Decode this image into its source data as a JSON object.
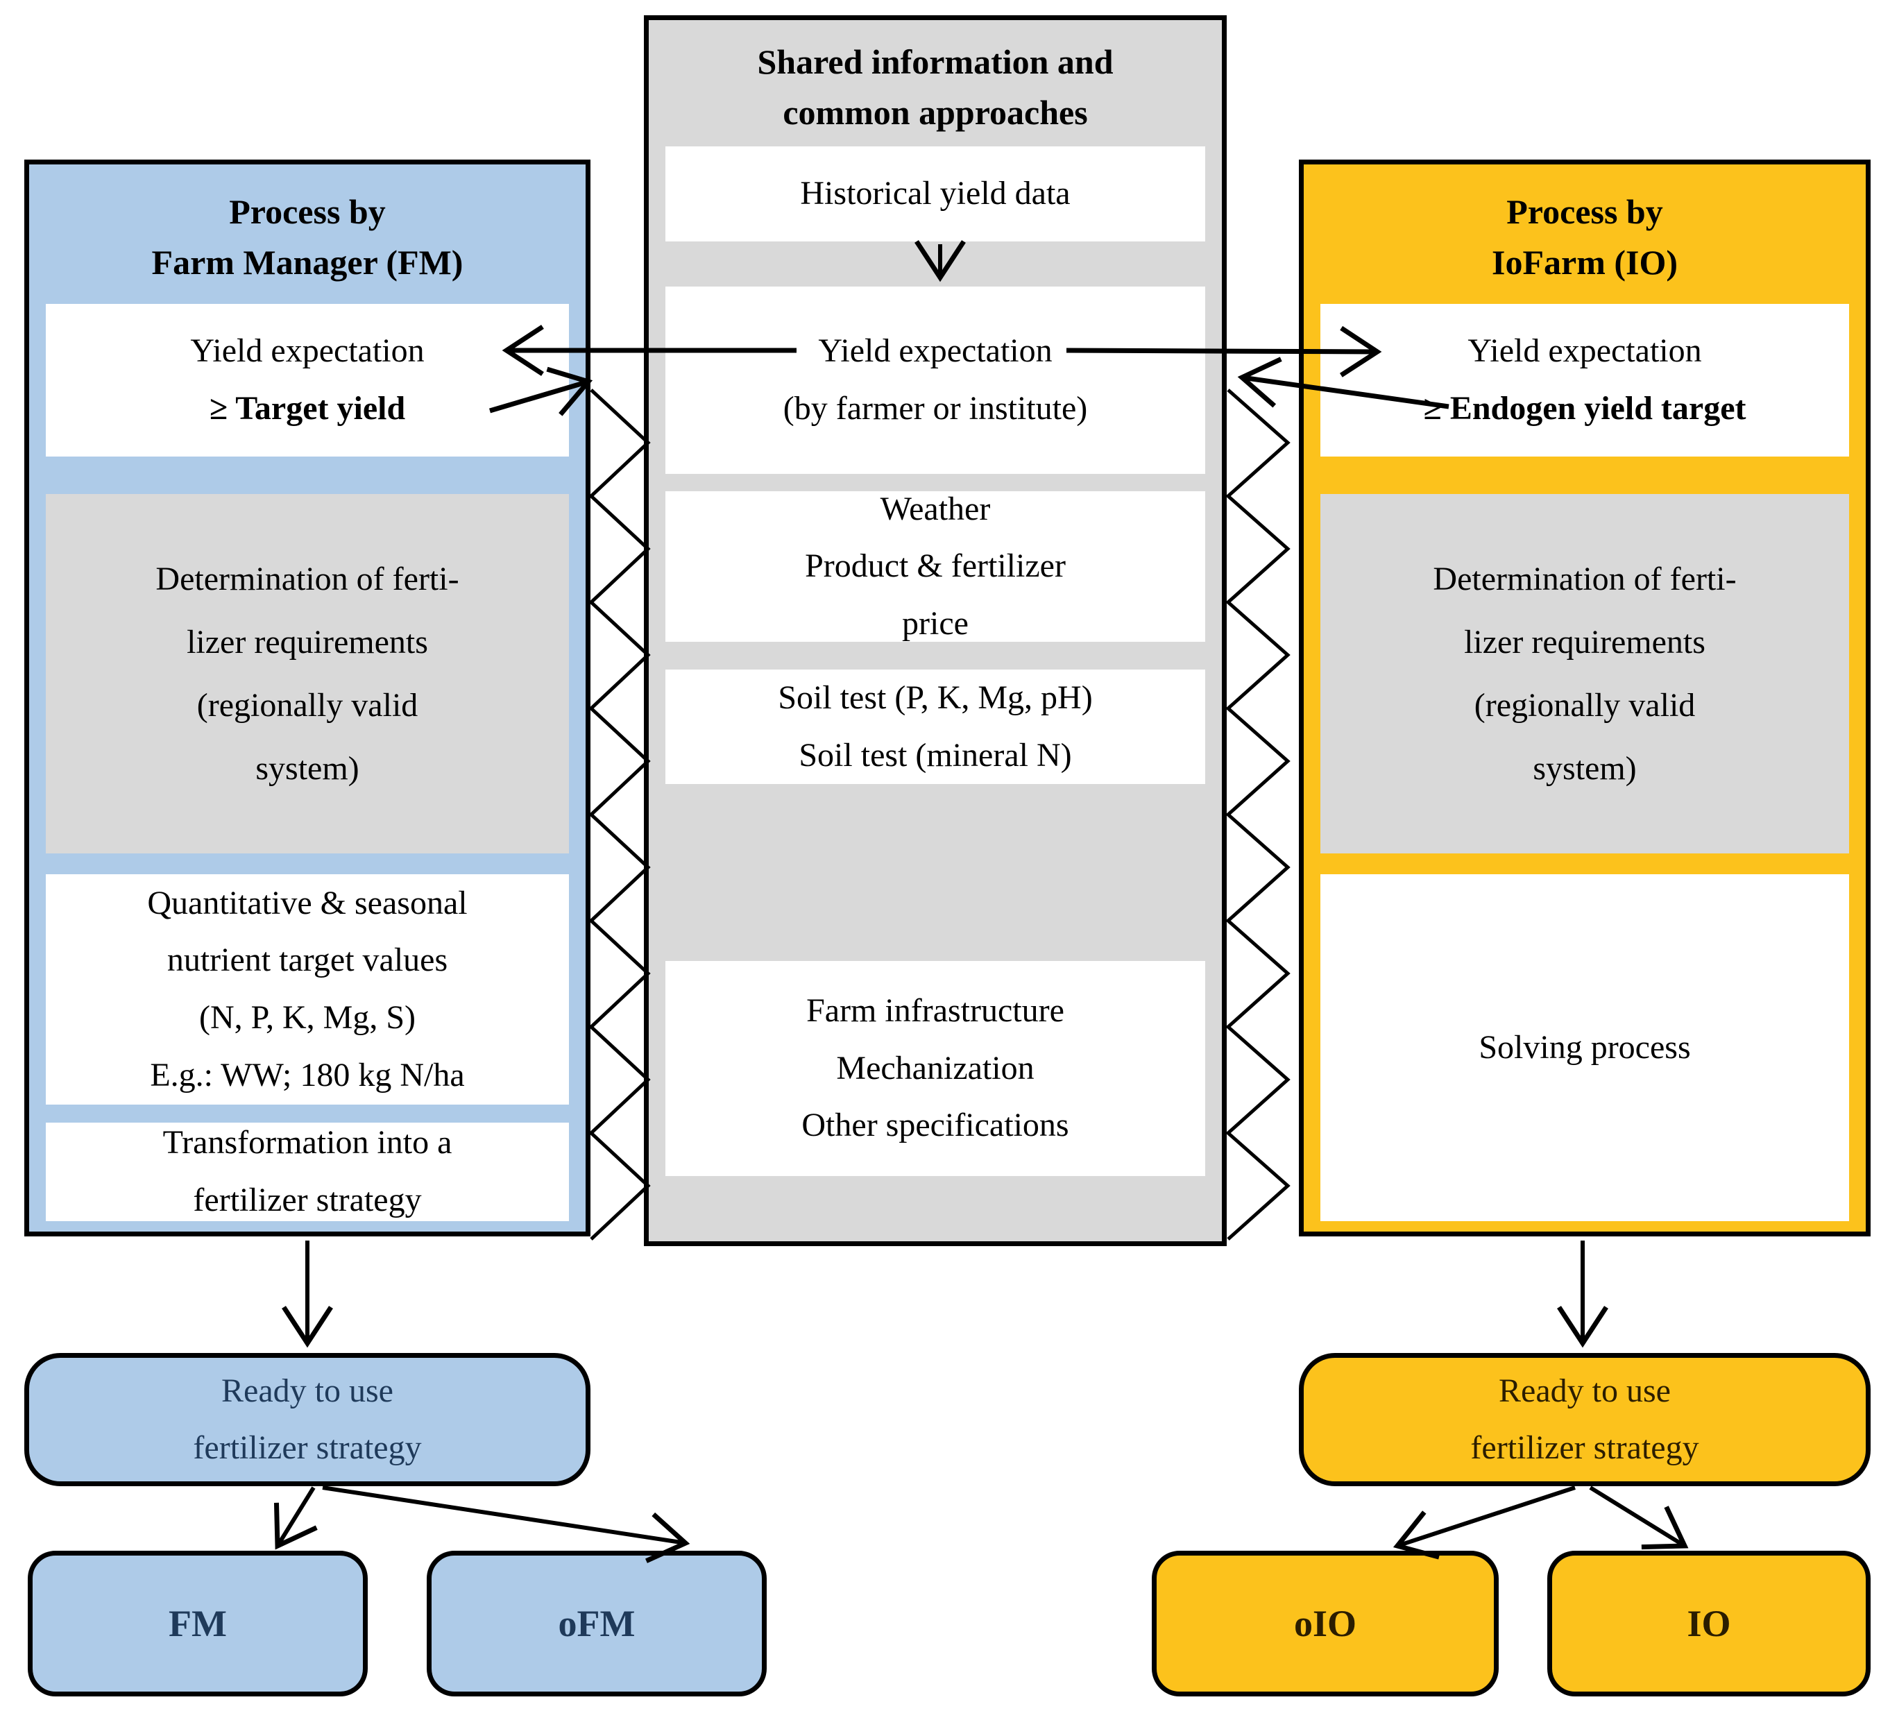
{
  "palette": {
    "fm_blue": "#aecbe8",
    "io_orange": "#fcc21c",
    "shared_gray": "#d9d9d9",
    "box_white": "#ffffff",
    "line_black": "#000000",
    "fm_text_dark": "#1f3a5a",
    "io_text_dark": "#2b1d00"
  },
  "fm_column": {
    "title": [
      "Process by",
      "Farm Manager (FM)"
    ],
    "yield_box": [
      "Yield expectation",
      "≥ Target yield"
    ],
    "determination_box": [
      "Determination of ferti-",
      "lizer requirements",
      "(regionally valid",
      "system)"
    ],
    "targets_box": [
      "Quantitative & seasonal",
      "nutrient target values",
      "(N, P, K, Mg, S)",
      "E.g.: WW; 180 kg N/ha"
    ],
    "transformation_box": [
      "Transformation into a",
      "fertilizer strategy"
    ],
    "ready_box": [
      "Ready to use",
      "fertilizer strategy"
    ],
    "outputs": [
      "FM",
      "oFM"
    ]
  },
  "shared_column": {
    "title": [
      "Shared information and",
      "common approaches"
    ],
    "historical_box": [
      "Historical yield data"
    ],
    "yield_box": [
      "Yield expectation",
      "(by farmer or institute)"
    ],
    "market_box": [
      "Weather",
      "Product & fertilizer",
      "price"
    ],
    "soil_box": [
      "Soil test (P, K, Mg, pH)",
      "Soil test (mineral N)"
    ],
    "farm_box": [
      "Farm infrastructure",
      "Mechanization",
      "Other specifications"
    ]
  },
  "io_column": {
    "title": [
      "Process by",
      "IoFarm (IO)"
    ],
    "yield_box": [
      "Yield expectation",
      "≥ Endogen yield target"
    ],
    "determination_box": [
      "Determination of ferti-",
      "lizer requirements",
      "(regionally valid",
      "system)"
    ],
    "solving_box": [
      "Solving process"
    ],
    "ready_box": [
      "Ready to use",
      "fertilizer strategy"
    ],
    "outputs": [
      "oIO",
      "IO"
    ]
  }
}
